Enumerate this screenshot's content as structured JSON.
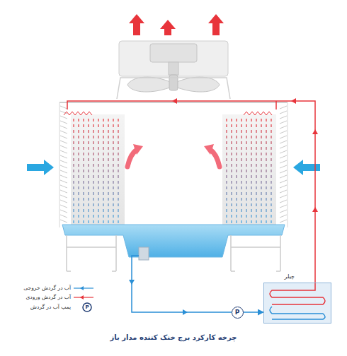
{
  "diagram": {
    "caption": "چرخه کارکرد برج خنک کننده مدار باز",
    "nodes": [
      {
        "text": [
          "چیلر"
        ]
      },
      {
        "text": [
          "P"
        ]
      }
    ],
    "edges": [
      {
        "from": 1,
        "to": 0,
        "arrow": "to"
      }
    ],
    "labels": [
      "P"
    ],
    "legend": [
      {
        "text": "آب در گردش خروجی"
      },
      {
        "text": "آب در گردش ورودی"
      },
      {
        "text": "پمپ آب در گردش"
      }
    ]
  }
}
